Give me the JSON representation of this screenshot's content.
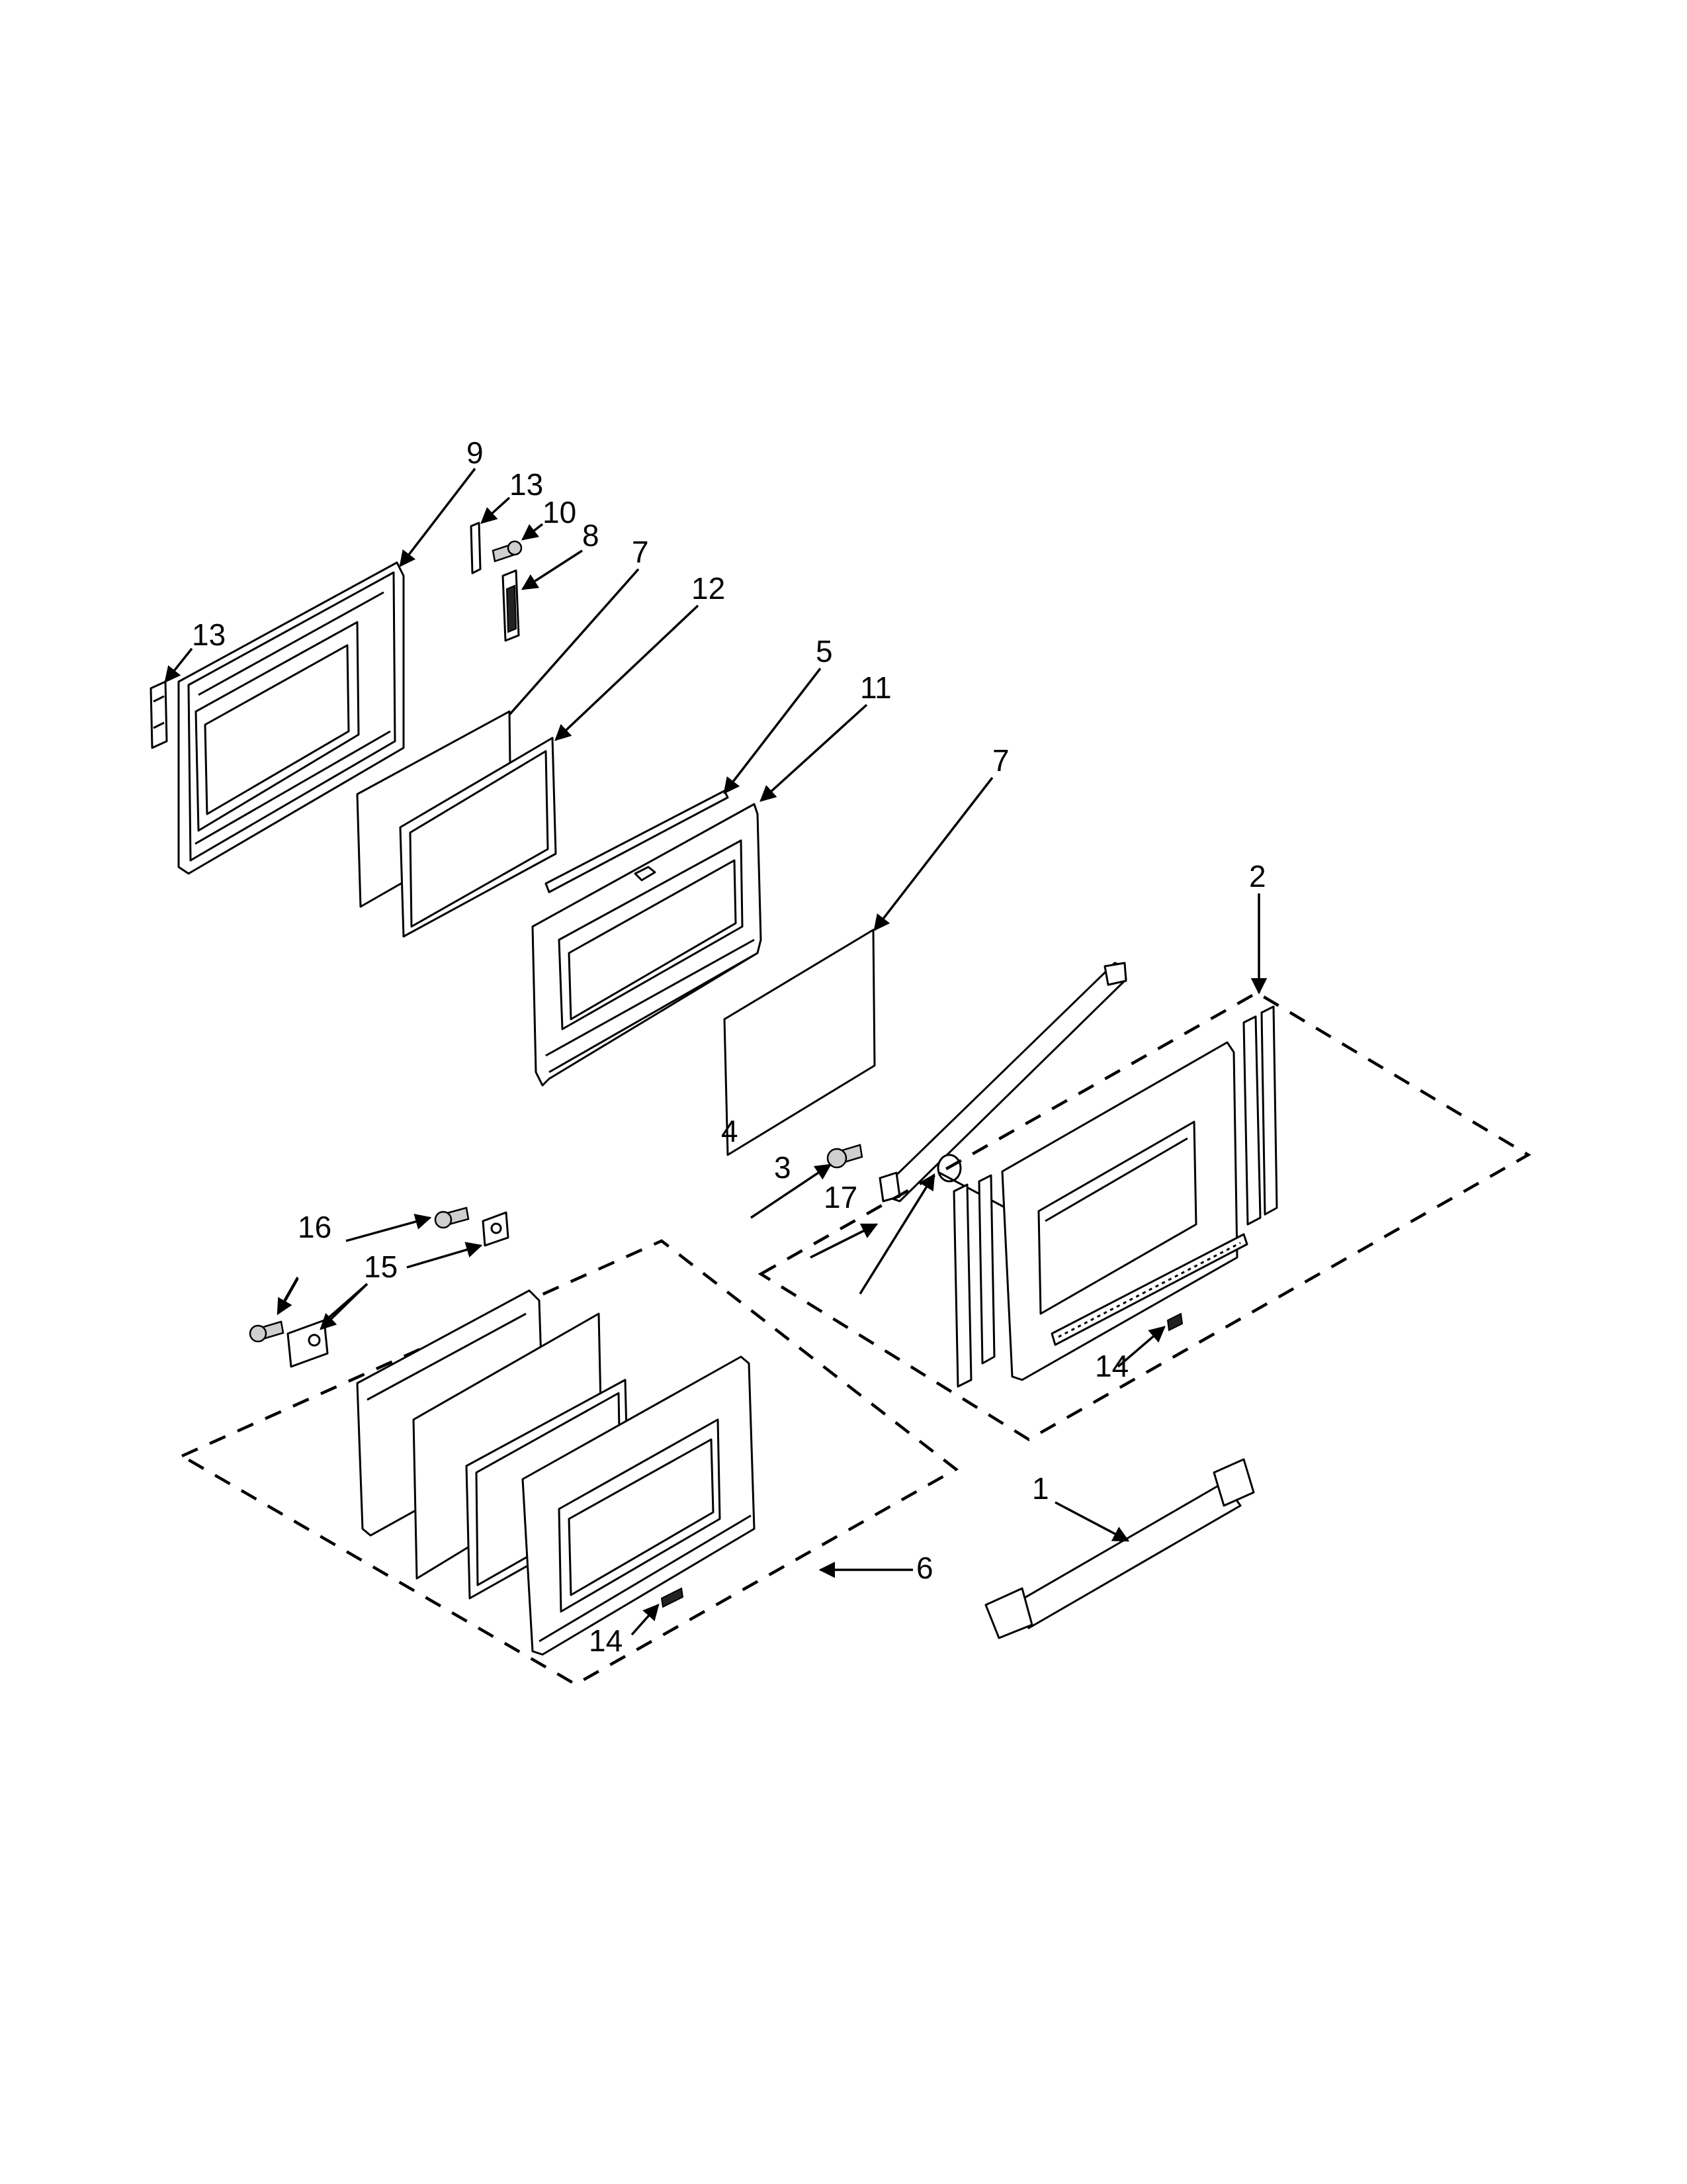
{
  "callouts": {
    "c1": "1",
    "c2": "2",
    "c3": "3",
    "c4": "4",
    "c5": "5",
    "c6": "6",
    "c7a": "7",
    "c7b": "7",
    "c8": "8",
    "c9": "9",
    "c10": "10",
    "c11": "11",
    "c12": "12",
    "c13a": "13",
    "c13b": "13",
    "c14a": "14",
    "c14b": "14",
    "c15": "15",
    "c16": "16",
    "c17": "17"
  }
}
